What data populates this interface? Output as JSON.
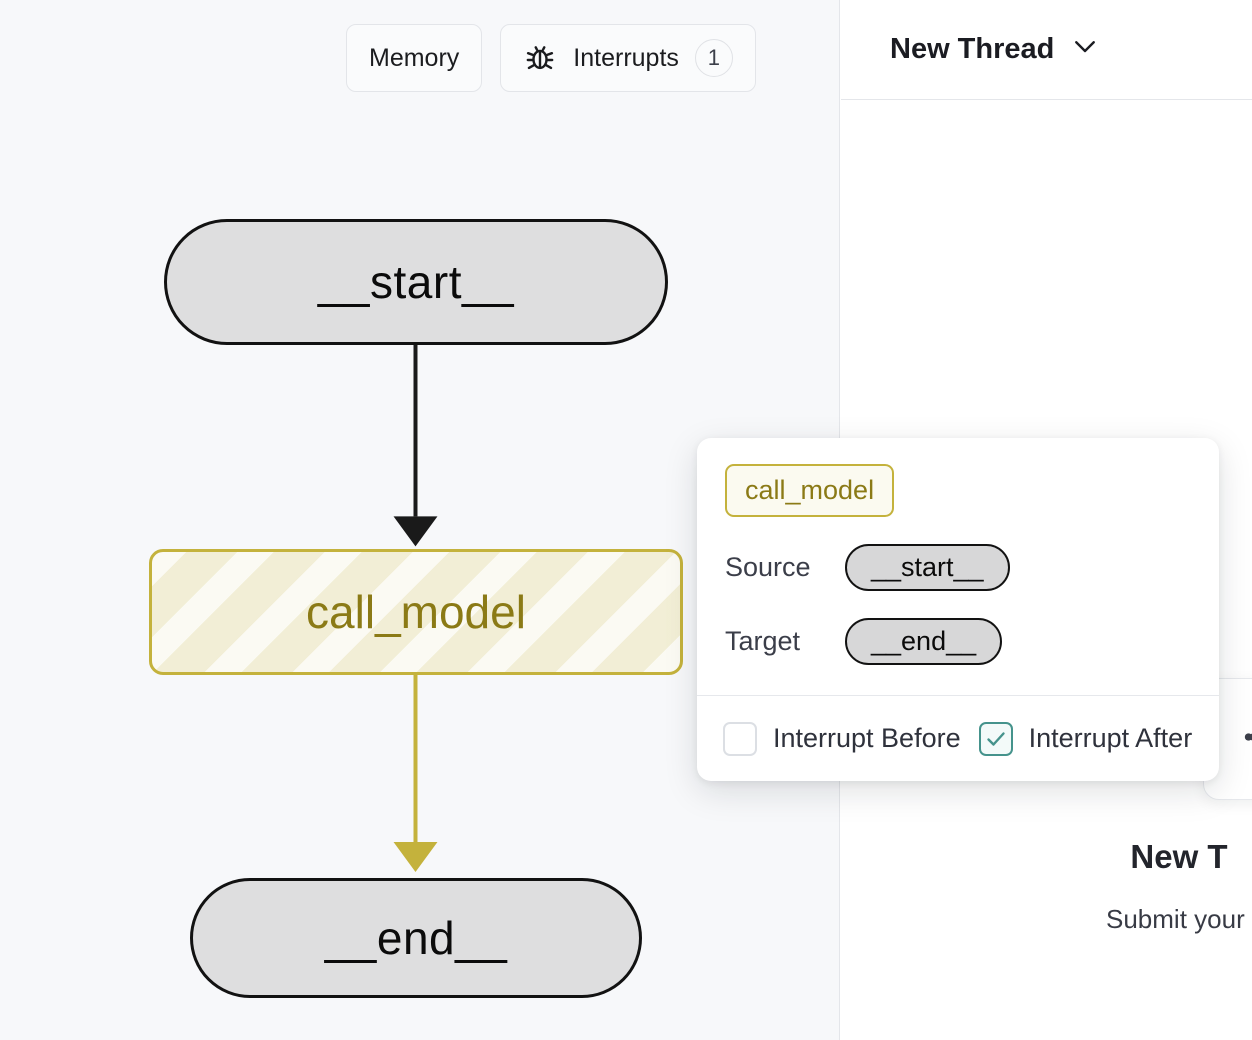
{
  "graph_pane": {
    "toolbar": {
      "memory_label": "Memory",
      "interrupts_label": "Interrupts",
      "interrupts_icon": "bug-icon",
      "interrupts_count": "1"
    },
    "nodes": [
      {
        "id": "start",
        "label": "__start__",
        "kind": "terminal",
        "state": "idle"
      },
      {
        "id": "call_model",
        "label": "call_model",
        "kind": "task",
        "state": "interrupted"
      },
      {
        "id": "end",
        "label": "__end__",
        "kind": "terminal",
        "state": "idle"
      }
    ],
    "edges": [
      {
        "from": "__start__",
        "to": "call_model",
        "color": "#1a1a1a"
      },
      {
        "from": "call_model",
        "to": "__end__",
        "color": "#c4b23c"
      }
    ]
  },
  "popover": {
    "node_badge": "call_model",
    "source_key": "Source",
    "source_value": "__start__",
    "target_key": "Target",
    "target_value": "__end__",
    "interrupt_before_label": "Interrupt Before",
    "interrupt_before_checked": false,
    "interrupt_after_label": "Interrupt After",
    "interrupt_after_checked": true,
    "check_icon": "check-icon"
  },
  "thread_pane": {
    "header": {
      "thread_name": "New Thread",
      "chevron_icon": "chevron-down-icon"
    },
    "edge_card_icon": "share-nodes-icon",
    "empty_state": {
      "title": "New T",
      "subtitle": "Submit your input"
    }
  },
  "colors": {
    "pane_background": "#f7f8fa",
    "panel_background": "#ffffff",
    "accent_yellow": "#c4b23c",
    "accent_yellow_text": "#8b7a16",
    "accent_teal": "#45938c",
    "node_fill": "#dededf",
    "node_stroke": "#121212",
    "border": "#e4e6ea"
  }
}
